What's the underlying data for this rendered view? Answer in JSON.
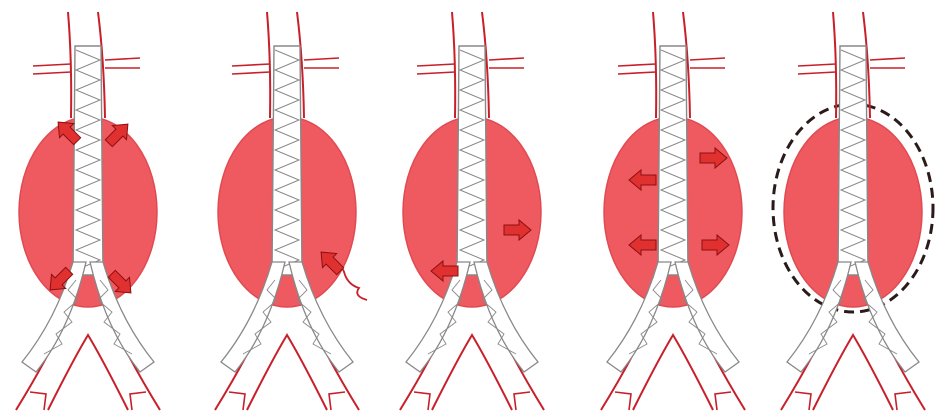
{
  "colors": {
    "sac_fill": "#ee5a60",
    "vessel_line": "#c8202a",
    "stent_line": "#888888",
    "stent_fill": "#ffffff",
    "arrow_fill": "#e03030",
    "arrow_edge": "#8b1010",
    "outline_dash": "#2a1a1a"
  },
  "panels": [
    {
      "name": "panel-1-type-i-endoleak",
      "arrows": [
        {
          "dir": "up-left",
          "pos": "proximal-left"
        },
        {
          "dir": "up-right",
          "pos": "proximal-right"
        },
        {
          "dir": "down-left",
          "pos": "distal-left"
        },
        {
          "dir": "down-right",
          "pos": "distal-right"
        }
      ],
      "branch_leak": false,
      "dashed_outline": false
    },
    {
      "name": "panel-2-type-ii-endoleak",
      "arrows": [],
      "branch_leak": true,
      "dashed_outline": false
    },
    {
      "name": "panel-3-type-iii-endoleak",
      "arrows": [
        {
          "dir": "right",
          "pos": "mid-right"
        },
        {
          "dir": "left",
          "pos": "low-left"
        }
      ],
      "branch_leak": false,
      "dashed_outline": false
    },
    {
      "name": "panel-4-type-iv-endoleak",
      "arrows": [
        {
          "dir": "right",
          "pos": "upper-right"
        },
        {
          "dir": "left",
          "pos": "upper-left"
        },
        {
          "dir": "left",
          "pos": "lower-left"
        },
        {
          "dir": "right",
          "pos": "lower-right"
        }
      ],
      "branch_leak": false,
      "dashed_outline": false
    },
    {
      "name": "panel-5-type-v-endotension",
      "arrows": [],
      "branch_leak": false,
      "dashed_outline": true
    }
  ]
}
